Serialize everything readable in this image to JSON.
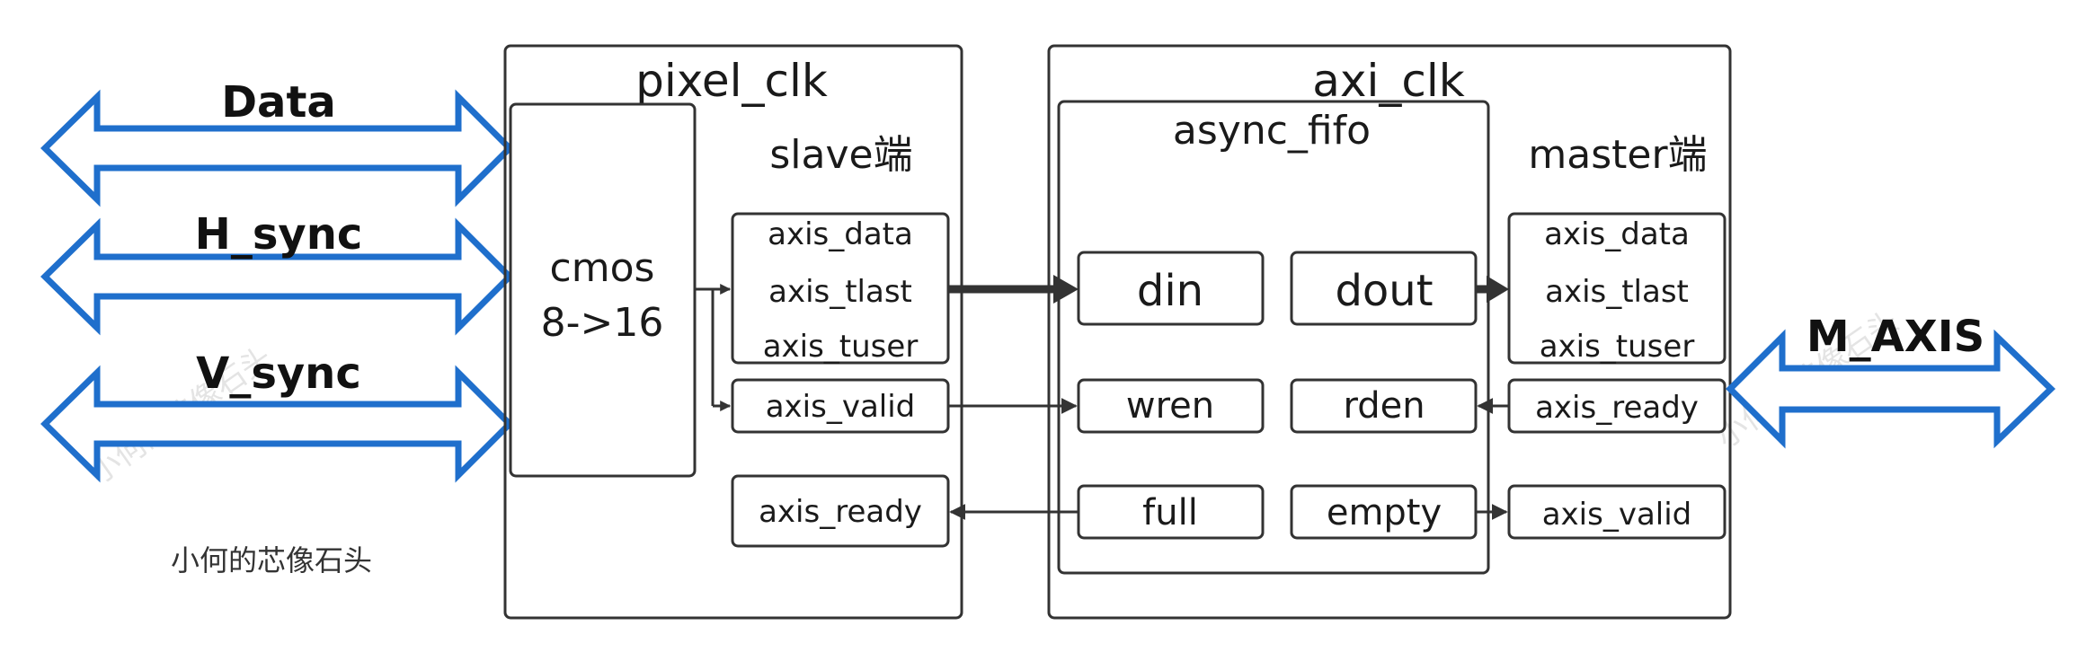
{
  "inputs": {
    "data": "Data",
    "h_sync": "H_sync",
    "v_sync": "V_sync"
  },
  "output": "M_AXIS",
  "pixel_domain": {
    "title": "pixel_clk",
    "converter": [
      "cmos",
      "8->16"
    ],
    "slave_title": "slave端",
    "slave_bus": [
      "axis_data",
      "axis_tlast",
      "axis_tuser"
    ],
    "valid": "axis_valid",
    "ready": "axis_ready"
  },
  "axi_domain": {
    "title": "axi_clk",
    "fifo_title": "async_fifo",
    "fifo_ports": {
      "din": "din",
      "dout": "dout",
      "wren": "wren",
      "rden": "rden",
      "full": "full",
      "empty": "empty"
    },
    "master_title": "master端",
    "master_bus": [
      "axis_data",
      "axis_tlast",
      "axis_tuser"
    ],
    "ready": "axis_ready",
    "valid": "axis_valid"
  },
  "watermark": "小何的芯像石头",
  "colors": {
    "arrow_stroke": "#1f6fcc",
    "line": "#333333"
  }
}
